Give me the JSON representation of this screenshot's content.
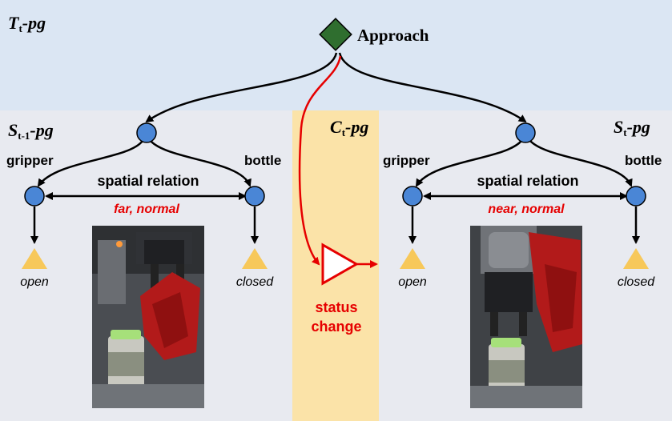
{
  "panels": {
    "task": {
      "label_main": "T",
      "label_sub": "t",
      "label_suffix": "-pg"
    },
    "prev": {
      "label_main": "S",
      "label_sub": "t-1",
      "label_suffix": "-pg"
    },
    "change": {
      "label_main": "C",
      "label_sub": "t",
      "label_suffix": "-pg"
    },
    "curr": {
      "label_main": "S",
      "label_sub": "t",
      "label_suffix": "-pg"
    }
  },
  "action": {
    "label": "Approach"
  },
  "prev_state": {
    "left_node": "gripper",
    "right_node": "bottle",
    "relation_label": "spatial relation",
    "relation_value": "far, normal",
    "left_status": "open",
    "right_status": "closed"
  },
  "curr_state": {
    "left_node": "gripper",
    "right_node": "bottle",
    "relation_label": "spatial relation",
    "relation_value": "near, normal",
    "left_status": "open",
    "right_status": "closed"
  },
  "change": {
    "line1": "status",
    "line2": "change"
  },
  "colors": {
    "top_band": "#dbe6f3",
    "lower_band": "#e8eaf0",
    "change_band": "#fbe3a8",
    "node_fill": "#4a86d6",
    "diamond_fill": "#2f6e2f",
    "triangle_fill": "#f7c85a",
    "accent_red": "#e60000"
  }
}
